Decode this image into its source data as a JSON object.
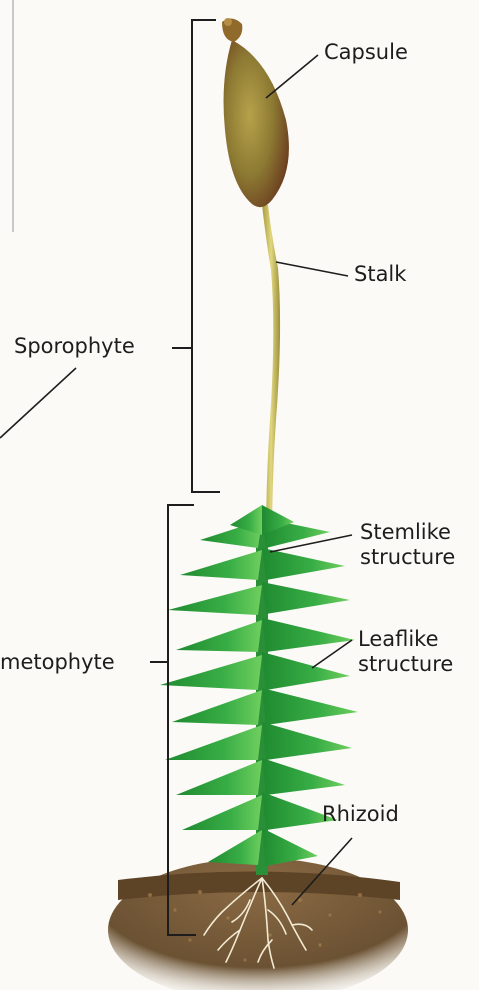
{
  "labels": {
    "capsule": "Capsule",
    "stalk": "Stalk",
    "sporophyte": "Sporophyte",
    "gametophyte": "metophyte",
    "stemlike_line1": "Stemlike",
    "stemlike_line2": "structure",
    "leaflike_line1": "Leaflike",
    "leaflike_line2": "structure",
    "rhizoid": "Rhizoid"
  },
  "colors": {
    "capsule": "#8a6a2e",
    "stalk": "#c7b45a",
    "leaves": "#2f9a3a",
    "soil": "#7a5a36",
    "ink": "#1d1d1d"
  }
}
